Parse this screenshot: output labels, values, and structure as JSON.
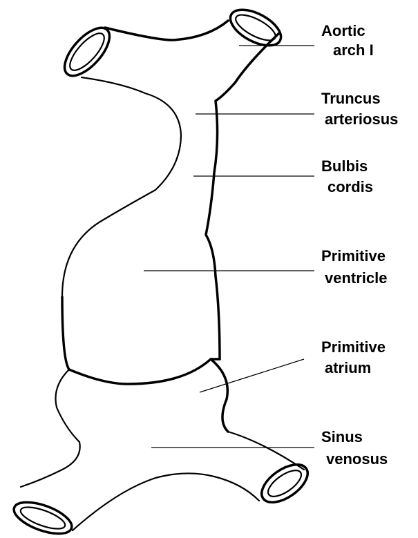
{
  "labels": {
    "aortic_arch": [
      "Aortic",
      "arch I"
    ],
    "truncus_arteriosus": [
      "Truncus",
      "arteriosus"
    ],
    "bulbis_cordis": [
      "Bulbis",
      "cordis"
    ],
    "primitive_ventricle": [
      "Primitive",
      "ventricle"
    ],
    "primitive_atrium": [
      "Primitive",
      "atrium"
    ],
    "sinus_venosus": [
      "Sinus",
      "venosus"
    ]
  },
  "colors": {
    "line": "#000000",
    "background": "#ffffff"
  }
}
